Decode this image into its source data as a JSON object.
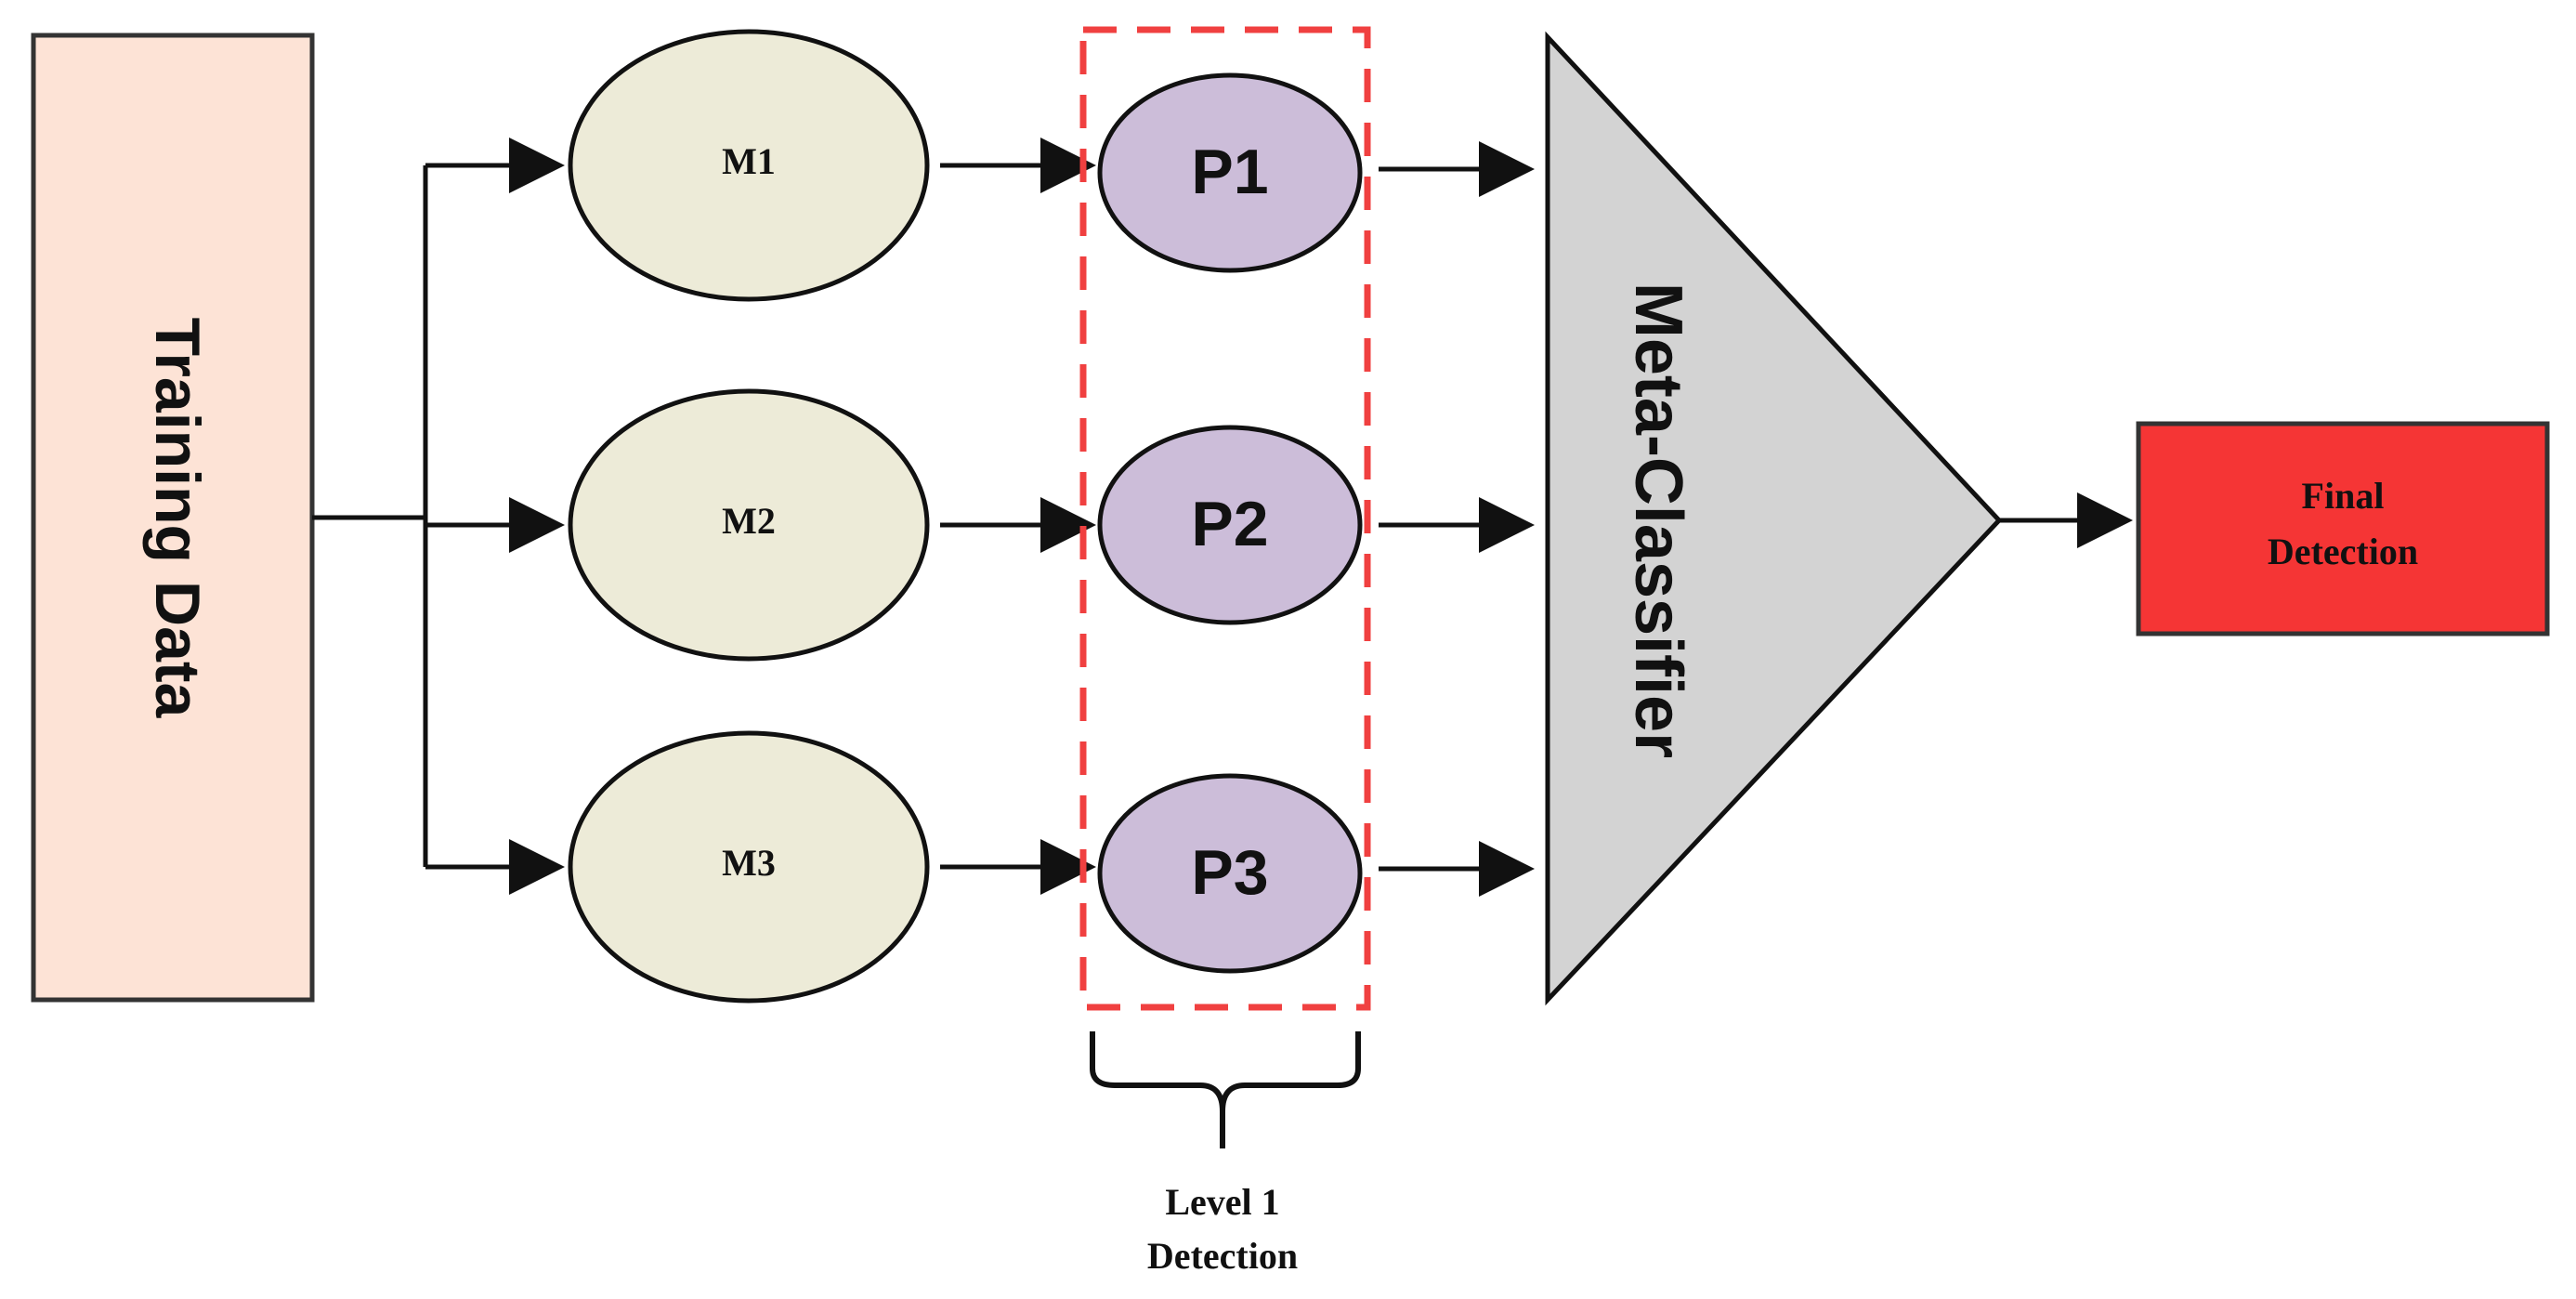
{
  "training_data": {
    "label": "Training Data",
    "fill": "#fde3d6"
  },
  "models": [
    {
      "label": "M1"
    },
    {
      "label": "M2"
    },
    {
      "label": "M3"
    }
  ],
  "predictions": [
    {
      "label": "P1"
    },
    {
      "label": "P2"
    },
    {
      "label": "P3"
    }
  ],
  "meta_classifier": {
    "label": "Meta-Classifier",
    "fill": "#d3d3d3"
  },
  "final_detection": {
    "line1": "Final",
    "line2": "Detection",
    "fill": "#f53535"
  },
  "level_label": {
    "line1": "Level 1",
    "line2": "Detection"
  },
  "colors": {
    "model_fill": "#edebd8",
    "prediction_fill": "#ccbdd9",
    "dashed_border": "#f04040",
    "stroke": "#111111"
  }
}
